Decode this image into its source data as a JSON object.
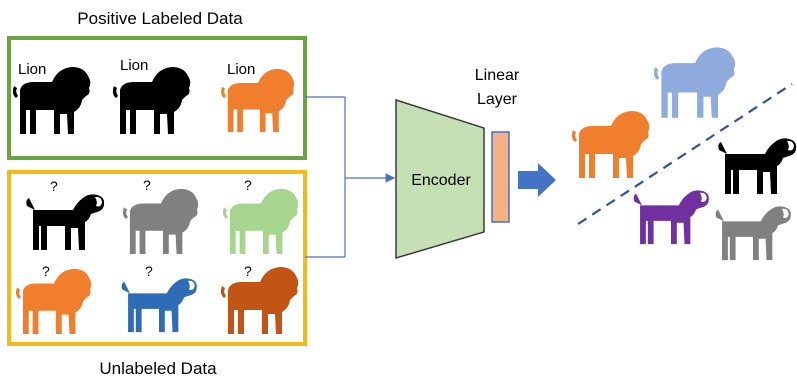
{
  "titles": {
    "positive": "Positive Labeled Data",
    "unlabeled": "Unlabeled Data",
    "linear_layer_line1": "Linear",
    "linear_layer_line2": "Layer",
    "encoder": "Encoder"
  },
  "positive_samples": [
    {
      "label": "Lion",
      "animal": "lion",
      "color": "#000000"
    },
    {
      "label": "Lion",
      "animal": "lion",
      "color": "#000000"
    },
    {
      "label": "Lion",
      "animal": "lion",
      "color": "#F07E2D"
    }
  ],
  "unlabeled_samples": [
    {
      "label": "?",
      "animal": "dog",
      "color": "#000000"
    },
    {
      "label": "?",
      "animal": "lion",
      "color": "#808080"
    },
    {
      "label": "?",
      "animal": "lion",
      "color": "#A6D58D"
    },
    {
      "label": "?",
      "animal": "lion",
      "color": "#F07E2D"
    },
    {
      "label": "?",
      "animal": "dog",
      "color": "#2E6DB5"
    },
    {
      "label": "?",
      "animal": "lion",
      "color": "#C25513"
    }
  ],
  "output_points": [
    {
      "animal": "lion",
      "color": "#8FAADC"
    },
    {
      "animal": "lion",
      "color": "#F07E2D"
    },
    {
      "animal": "dog",
      "color": "#000000"
    },
    {
      "animal": "dog",
      "color": "#7030A0"
    },
    {
      "animal": "dog",
      "color": "#808080"
    }
  ],
  "colors": {
    "positive_border": "#6AA542",
    "unlabeled_border": "#F4BA1A",
    "encoder_fill": "#C5E0B4",
    "linear_fill": "#F4B183",
    "arrow": "#4472C4",
    "separator": "#2F5597"
  }
}
